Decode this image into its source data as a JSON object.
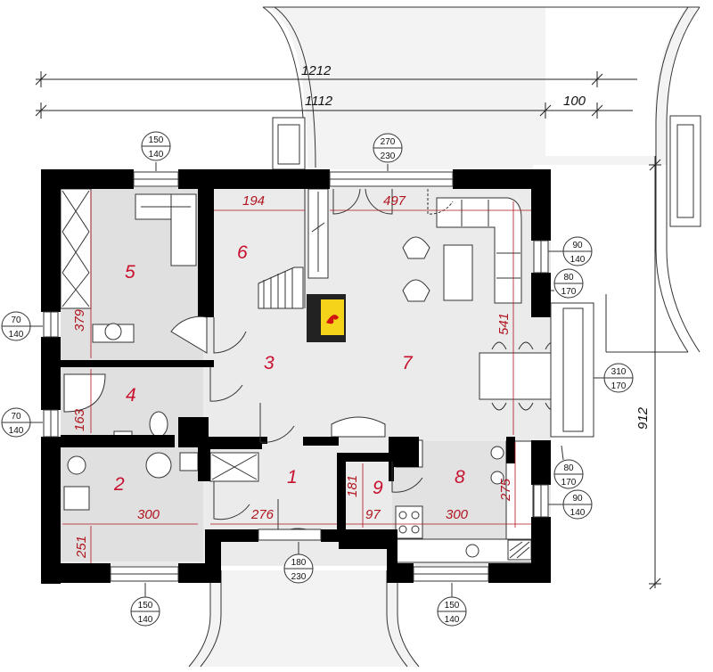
{
  "dimensions": {
    "overall_width": "1212",
    "inner_width": "1112",
    "terrace_offset": "100",
    "depth": "912"
  },
  "rooms": [
    "1",
    "2",
    "3",
    "4",
    "5",
    "6",
    "7",
    "8",
    "9"
  ],
  "interior_dims": {
    "room6_width": "194",
    "living_width": "497",
    "room5_depth": "379",
    "room4_depth": "163",
    "dining_depth": "541",
    "room9_depth": "181",
    "kitchen_depth": "275",
    "room2_width": "300",
    "hall_width": "276",
    "room9_width": "97",
    "kitchen_width": "300",
    "room2_depth": "251"
  },
  "windows": [
    {
      "w": "150",
      "h": "140"
    },
    {
      "w": "270",
      "h": "230"
    },
    {
      "w": "90",
      "h": "140"
    },
    {
      "w": "80",
      "h": "170"
    },
    {
      "w": "310",
      "h": "170"
    },
    {
      "w": "80",
      "h": "170"
    },
    {
      "w": "90",
      "h": "140"
    },
    {
      "w": "70",
      "h": "140"
    },
    {
      "w": "70",
      "h": "140"
    },
    {
      "w": "150",
      "h": "140"
    },
    {
      "w": "180",
      "h": "230"
    },
    {
      "w": "150",
      "h": "140"
    }
  ]
}
